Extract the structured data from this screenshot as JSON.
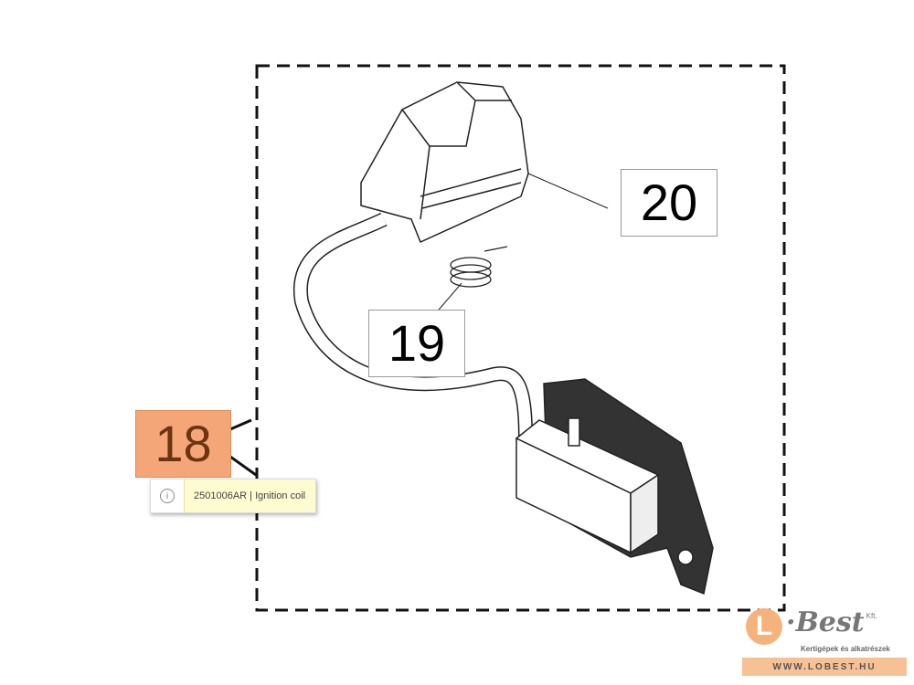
{
  "callouts": {
    "c20": "20",
    "c19": "19",
    "c18": "18"
  },
  "tooltip": {
    "icon": "info-icon",
    "text": "2501006AR | Ignition coil"
  },
  "logo": {
    "mark": "L",
    "brand": "·Best",
    "suffix": "Kft.",
    "tagline": "Kertigépek és alkatrészek",
    "url": "WWW.LOBEST.HU"
  },
  "colors": {
    "highlight": "#f5a679",
    "tooltip_bg": "#fdfbd0",
    "logo_accent": "#f5b27a"
  }
}
